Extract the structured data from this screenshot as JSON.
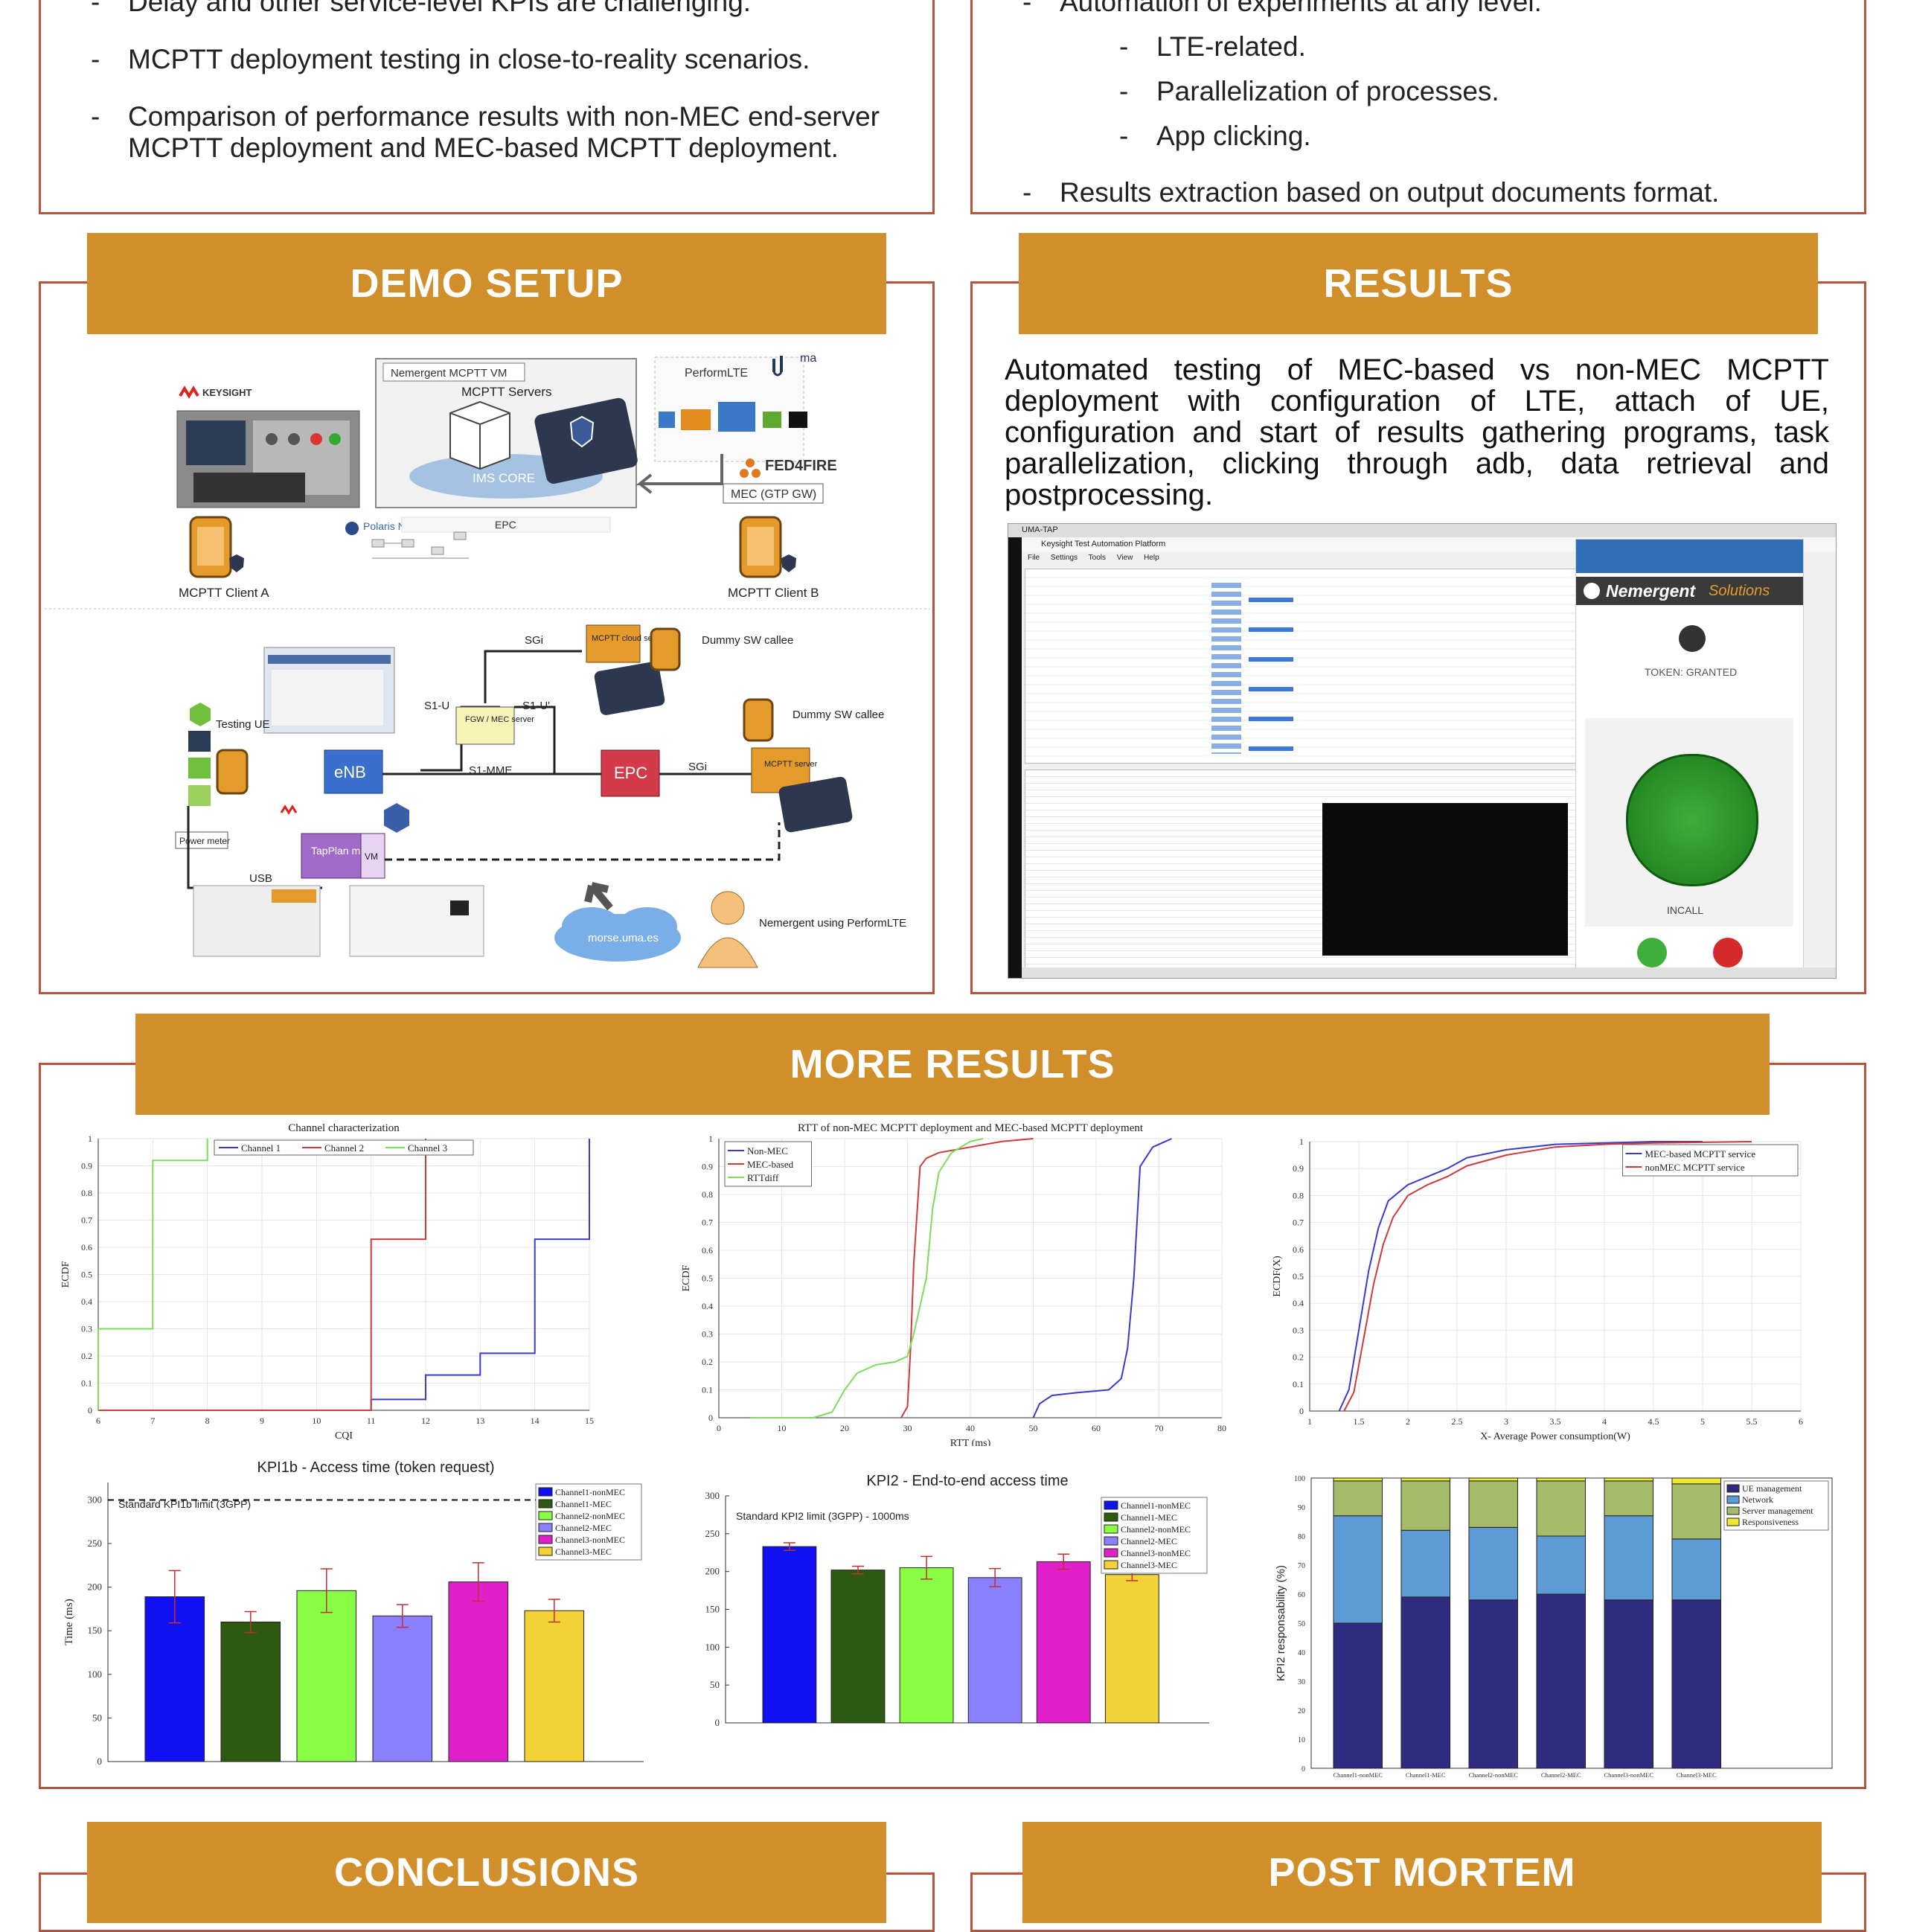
{
  "top_left": {
    "bullets": [
      "Delay and other service-level KPIs are challenging.",
      "MCPTT deployment testing in close-to-reality scenarios.",
      "Comparison of performance results with non-MEC end-server MCPTT deployment and MEC-based MCPTT deployment."
    ]
  },
  "top_right": {
    "bullet1": "Automation of experiments at any level:",
    "sub": [
      "LTE-related.",
      "Parallelization of processes.",
      "App clicking."
    ],
    "bullet2": "Results extraction based on output documents format."
  },
  "sections": {
    "demo_setup": "DEMO SETUP",
    "results": "RESULTS",
    "more_results": "MORE RESULTS",
    "conclusions": "CONCLUSIONS",
    "post_mortem": "POST MORTEM"
  },
  "results_text": "Automated testing of MEC-based vs non-MEC MCPTT deployment with configuration of LTE, attach of UE, configuration and start of results gathering programs, task parallelization, clicking through adb, data retrieval and postprocessing.",
  "demo": {
    "keysight": "KEYSIGHT",
    "vm_title": "Nemergent MCPTT VM",
    "mcptt_servers": "MCPTT Servers",
    "ims_core": "IMS CORE",
    "performlte": "PerformLTE",
    "fed4fire": "FED4FIRE",
    "mec_gtp": "MEC (GTP GW)",
    "polaris": "Polaris Networks",
    "epc_top": "EPC",
    "client_a": "MCPTT Client A",
    "client_b": "MCPTT Client B",
    "sgi1": "SGi",
    "mcptt_cloud": "MCPTT cloud server",
    "dummy1": "Dummy SW callee",
    "s1u": "S1-U",
    "fgw": "FGW / MEC server",
    "s1u2": "S1-U'",
    "testing_ue": "Testing UE",
    "enb": "eNB",
    "s1mme": "S1-MME",
    "epc": "EPC",
    "sgi2": "SGi",
    "mcptt_server": "MCPTT server",
    "dummy2": "Dummy SW callee",
    "power_meter": "Power meter",
    "usb": "USB",
    "tapplan": "TapPlan manager",
    "vm": "VM",
    "morse": "morse.uma.es",
    "nemergent_using": "Nemergent using PerformLTE",
    "uma": "ma"
  },
  "screenshot": {
    "tab": "UMA-TAP",
    "title": "Keysight Test Automation Platform",
    "menu": [
      "File",
      "Settings",
      "Tools",
      "View",
      "Help"
    ],
    "brand": "Nemergent",
    "brand2": "Solutions",
    "token": "TOKEN: GRANTED",
    "incall": "INCALL"
  },
  "chart_data": [
    {
      "type": "line",
      "title": "Channel characterization",
      "xlabel": "CQI",
      "ylabel": "ECDF",
      "xlim": [
        6,
        15
      ],
      "ylim": [
        0,
        1
      ],
      "xticks": [
        6,
        7,
        8,
        9,
        10,
        11,
        12,
        13,
        14,
        15
      ],
      "yticks": [
        0,
        0.1,
        0.2,
        0.3,
        0.4,
        0.5,
        0.6,
        0.7,
        0.8,
        0.9,
        1
      ],
      "legend": "top",
      "series": [
        {
          "name": "Channel 1",
          "color": "#3a3ad0",
          "x": [
            6,
            11,
            11,
            12,
            12,
            13,
            13,
            14,
            14,
            15,
            15
          ],
          "y": [
            0,
            0,
            0.04,
            0.04,
            0.13,
            0.13,
            0.21,
            0.21,
            0.63,
            0.63,
            1
          ]
        },
        {
          "name": "Channel 2",
          "color": "#d03a3a",
          "x": [
            6,
            11,
            11,
            12,
            12
          ],
          "y": [
            0,
            0,
            0.63,
            0.63,
            1
          ]
        },
        {
          "name": "Channel 3",
          "color": "#7ddc5a",
          "x": [
            6,
            6,
            7,
            7,
            8,
            8
          ],
          "y": [
            0,
            0.3,
            0.3,
            0.92,
            0.92,
            1
          ]
        }
      ]
    },
    {
      "type": "line",
      "title": "RTT of non-MEC MCPTT deployment and MEC-based MCPTT deployment",
      "xlabel": "RTT (ms)",
      "ylabel": "ECDF",
      "xlim": [
        0,
        80
      ],
      "ylim": [
        0,
        1
      ],
      "xticks": [
        0,
        10,
        20,
        30,
        40,
        50,
        60,
        70,
        80
      ],
      "yticks": [
        0,
        0.1,
        0.2,
        0.3,
        0.4,
        0.5,
        0.6,
        0.7,
        0.8,
        0.9,
        1
      ],
      "legend": "top-left",
      "series": [
        {
          "name": "Non-MEC",
          "color": "#3a3ad0",
          "x": [
            50,
            51,
            53,
            57,
            62,
            64,
            65,
            66,
            67,
            69,
            71,
            72
          ],
          "y": [
            0,
            0.05,
            0.08,
            0.09,
            0.1,
            0.14,
            0.25,
            0.5,
            0.9,
            0.97,
            0.99,
            1
          ]
        },
        {
          "name": "MEC-based",
          "color": "#d03a3a",
          "x": [
            29,
            30,
            30.5,
            31,
            32,
            33,
            35,
            40,
            45,
            50
          ],
          "y": [
            0,
            0.04,
            0.25,
            0.55,
            0.9,
            0.93,
            0.95,
            0.97,
            0.99,
            1
          ]
        },
        {
          "name": "RTTdiff",
          "color": "#7ddc5a",
          "x": [
            5,
            15,
            18,
            20,
            22,
            25,
            28,
            30,
            31,
            33,
            34,
            35,
            37,
            40,
            42
          ],
          "y": [
            0,
            0,
            0.02,
            0.1,
            0.16,
            0.19,
            0.2,
            0.22,
            0.3,
            0.5,
            0.75,
            0.88,
            0.95,
            0.99,
            1
          ]
        }
      ]
    },
    {
      "type": "line",
      "title": "",
      "xlabel": "X- Average Power consumption(W)",
      "ylabel": "ECDF(X)",
      "xlim": [
        1,
        6
      ],
      "ylim": [
        0,
        1
      ],
      "xticks": [
        1,
        1.5,
        2,
        2.5,
        3,
        3.5,
        4,
        4.5,
        5,
        5.5,
        6
      ],
      "yticks": [
        0,
        0.1,
        0.2,
        0.3,
        0.4,
        0.5,
        0.6,
        0.7,
        0.8,
        0.9,
        1
      ],
      "legend": "top-right",
      "series": [
        {
          "name": "MEC-based MCPTT service",
          "color": "#3a3ad0",
          "x": [
            1.3,
            1.4,
            1.5,
            1.6,
            1.7,
            1.8,
            2.0,
            2.2,
            2.4,
            2.6,
            3.0,
            3.5,
            4.0,
            4.5,
            5.0
          ],
          "y": [
            0,
            0.08,
            0.3,
            0.52,
            0.68,
            0.78,
            0.84,
            0.87,
            0.9,
            0.94,
            0.97,
            0.99,
            0.995,
            1,
            1
          ]
        },
        {
          "name": "nonMEC MCPTT service",
          "color": "#d03a3a",
          "x": [
            1.35,
            1.45,
            1.55,
            1.65,
            1.75,
            1.85,
            2.0,
            2.2,
            2.4,
            2.6,
            3.0,
            3.5,
            4.0,
            4.5,
            5.5
          ],
          "y": [
            0,
            0.07,
            0.27,
            0.47,
            0.62,
            0.72,
            0.8,
            0.84,
            0.87,
            0.91,
            0.95,
            0.98,
            0.99,
            0.995,
            1
          ]
        }
      ]
    },
    {
      "type": "bar",
      "title": "KPI1b - Access time (token request)",
      "ylabel": "Time (ms)",
      "ylim": [
        0,
        320
      ],
      "yticks": [
        0,
        50,
        100,
        150,
        200,
        250,
        300
      ],
      "threshold": 300,
      "threshold_label": "Standard KPI1b limit (3GPP)",
      "categories": [
        "Channel1-nonMEC",
        "Channel1-MEC",
        "Channel2-nonMEC",
        "Channel2-MEC",
        "Channel3-nonMEC",
        "Channel3-MEC"
      ],
      "values": [
        189,
        160,
        196,
        167,
        206,
        173
      ],
      "errors": [
        30,
        12,
        25,
        13,
        22,
        13
      ],
      "colors": [
        "#1010f0",
        "#2d5a10",
        "#88ff44",
        "#8a80ff",
        "#e020c8",
        "#f2d236"
      ],
      "legend": "top-right"
    },
    {
      "type": "bar",
      "title": "KPI2 - End-to-end access time",
      "ylabel": "",
      "ylim": [
        0,
        300
      ],
      "yticks": [
        0,
        50,
        100,
        150,
        200,
        250,
        300
      ],
      "threshold_label": "Standard KPI2 limit (3GPP) - 1000ms",
      "categories": [
        "Channel1-nonMEC",
        "Channel1-MEC",
        "Channel2-nonMEC",
        "Channel2-MEC",
        "Channel3-nonMEC",
        "Channel3-MEC"
      ],
      "values": [
        233,
        202,
        205,
        192,
        213,
        196
      ],
      "errors": [
        5,
        5,
        15,
        12,
        10,
        8
      ],
      "colors": [
        "#1010f0",
        "#2d5a10",
        "#88ff44",
        "#8a80ff",
        "#e020c8",
        "#f2d236"
      ],
      "legend": "top-right"
    },
    {
      "type": "bar",
      "stacked": true,
      "title": "",
      "ylabel": "KPI2 responsability (%)",
      "ylim": [
        0,
        100
      ],
      "yticks": [
        0,
        10,
        20,
        30,
        40,
        50,
        60,
        70,
        80,
        90,
        100
      ],
      "categories": [
        "Channel1-nonMEC",
        "Channel1-MEC",
        "Channel2-nonMEC",
        "Channel2-MEC",
        "Channel3-nonMEC",
        "Channel3-MEC"
      ],
      "series": [
        {
          "name": "UE management",
          "color": "#2e2b80",
          "values": [
            50,
            59,
            58,
            60,
            58,
            58
          ]
        },
        {
          "name": "Network",
          "color": "#5c9bd5",
          "values": [
            37,
            23,
            25,
            20,
            29,
            21
          ]
        },
        {
          "name": "Server management",
          "color": "#a6bb6a",
          "values": [
            12,
            17,
            16,
            19,
            12,
            19
          ]
        },
        {
          "name": "Responsiveness",
          "color": "#f0e830",
          "values": [
            1,
            1,
            1,
            1,
            1,
            2
          ]
        }
      ],
      "legend": "top-right"
    }
  ]
}
